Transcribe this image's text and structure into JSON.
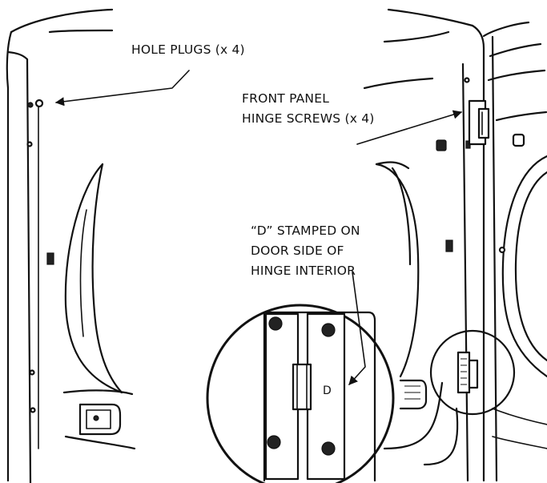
{
  "callouts": {
    "hole_plugs": "HOLE PLUGS (x 4)",
    "hinge_screws": [
      "FRONT PANEL",
      "HINGE SCREWS (x 4)"
    ],
    "d_stamp": [
      "“D” STAMPED ON",
      "DOOR SIDE OF",
      "HINGE INTERIOR"
    ]
  },
  "inset_stamp_letter": "D"
}
